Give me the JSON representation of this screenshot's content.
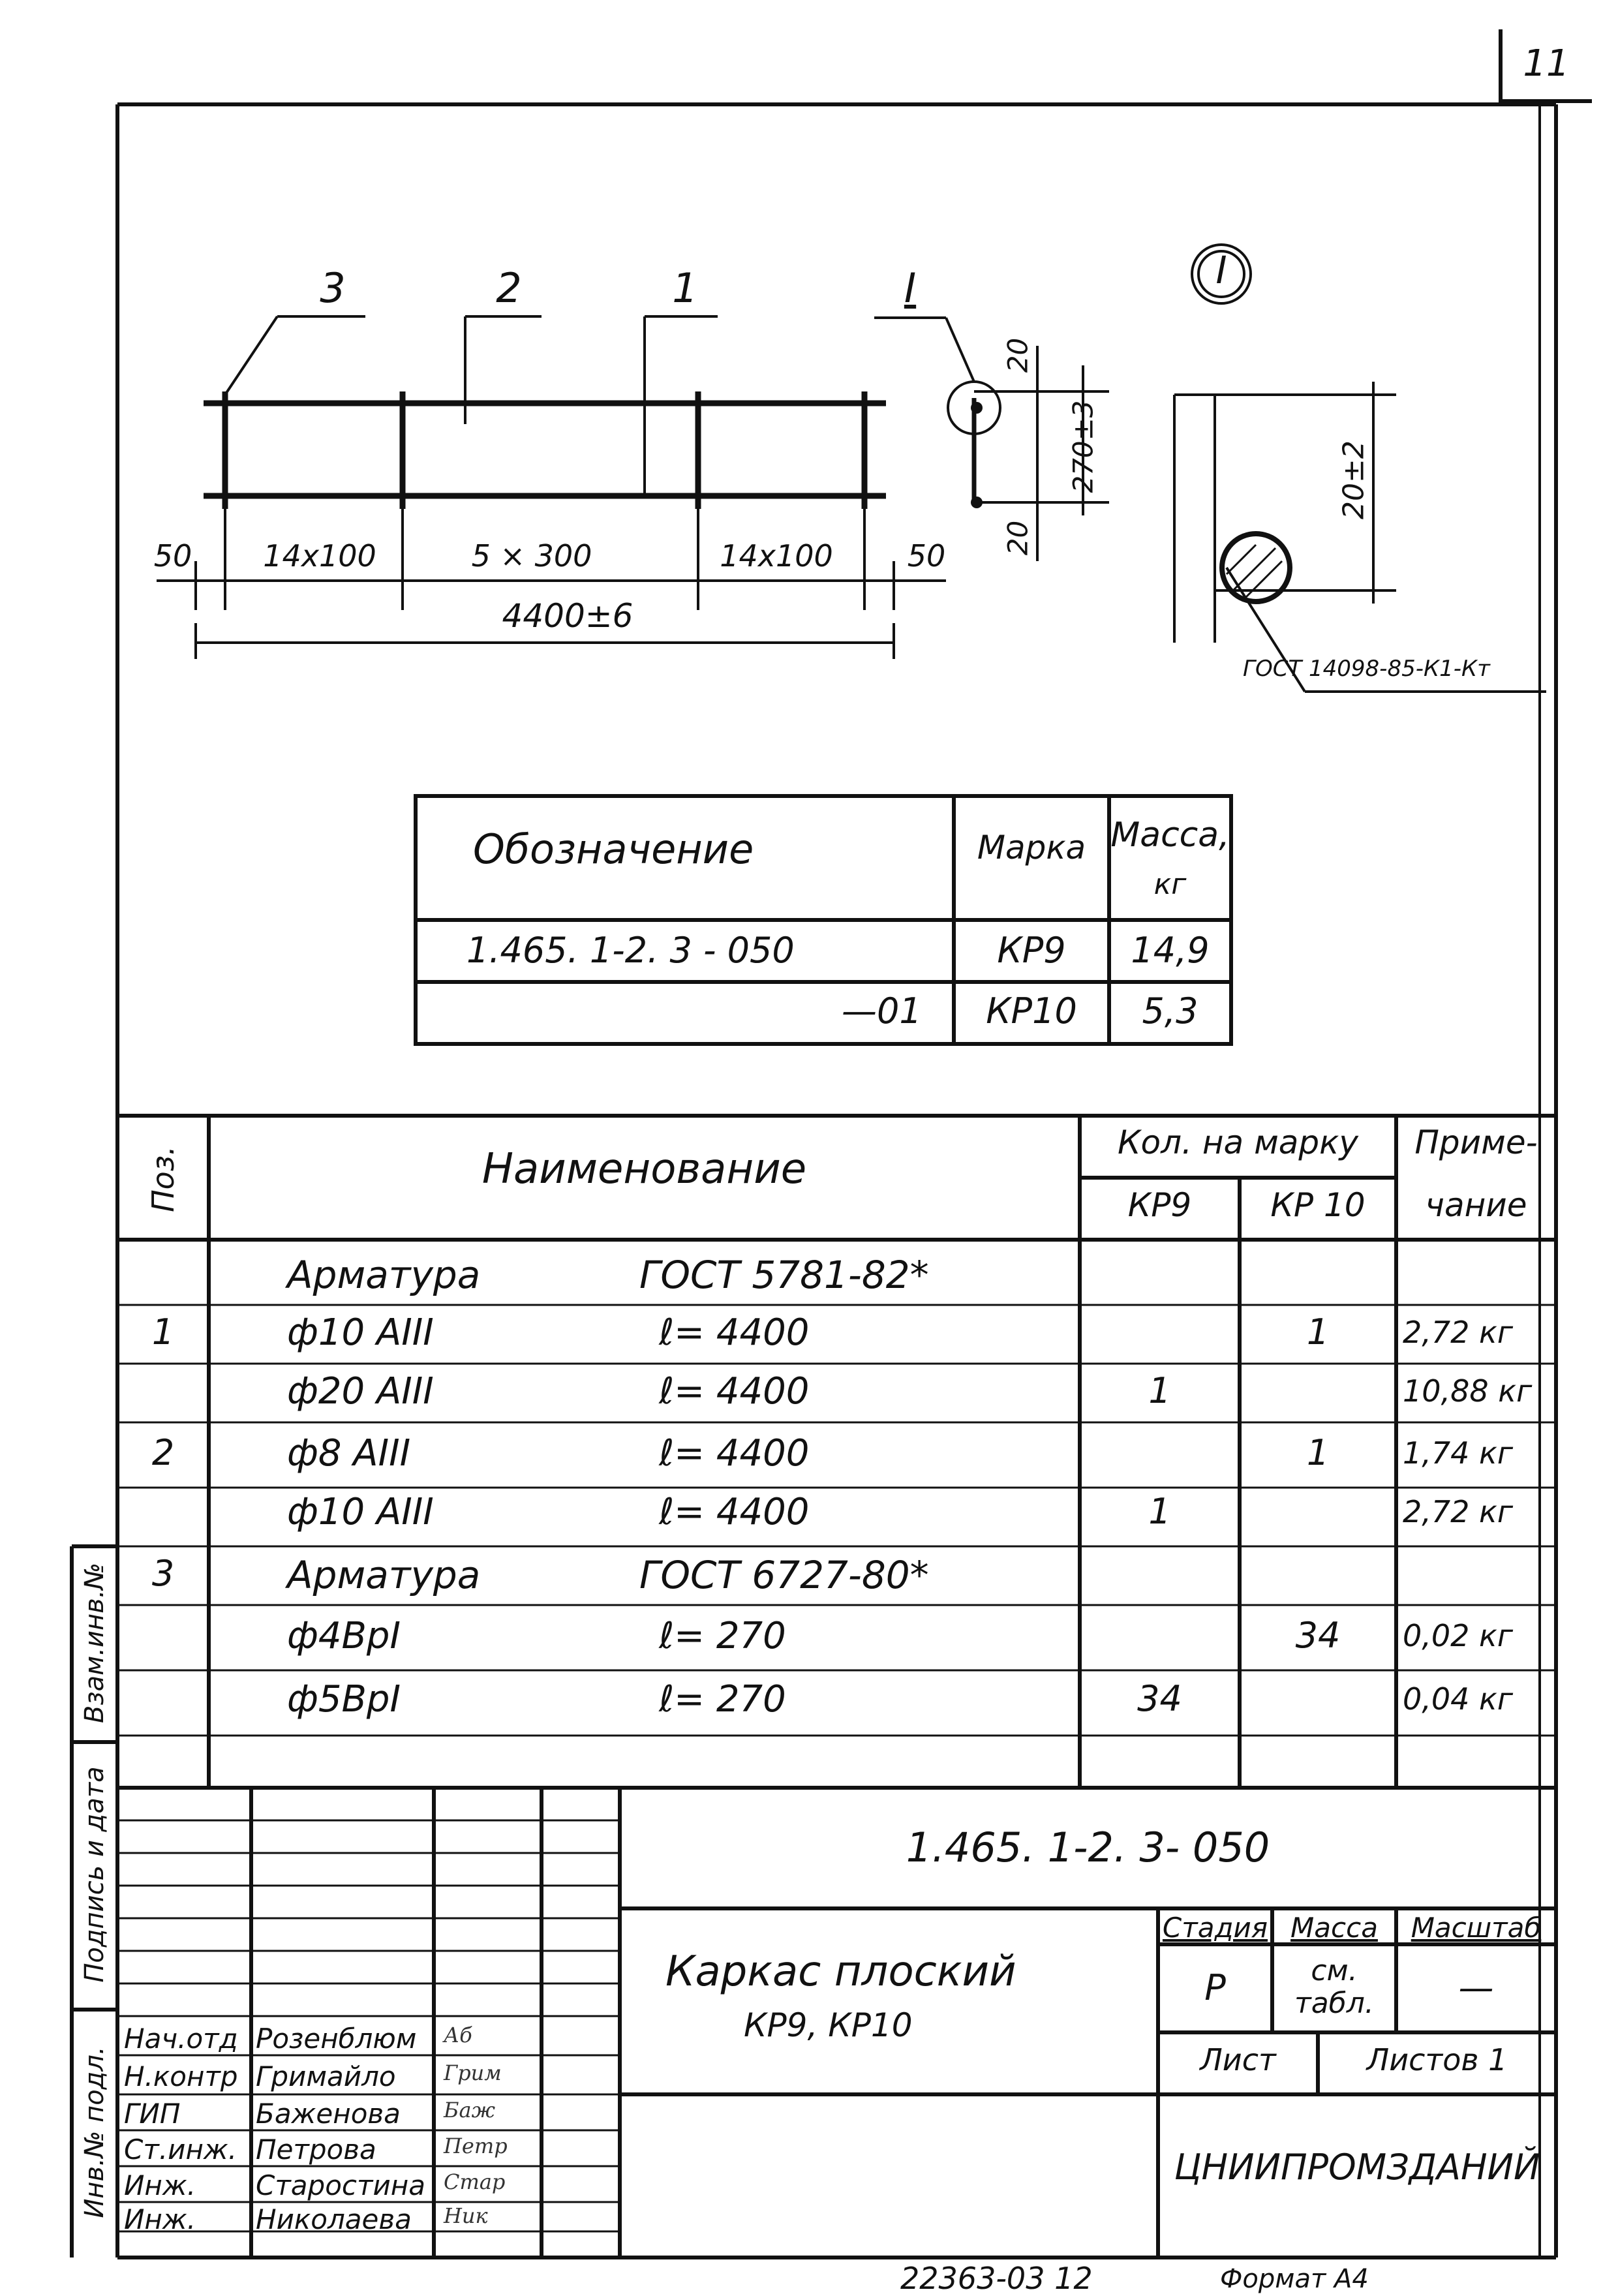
{
  "sheet_number": "11",
  "drawing": {
    "callouts": [
      "3",
      "2",
      "1"
    ],
    "node_label": "I",
    "node_circle_label": "I",
    "dims_bottom": [
      "50",
      "14x100",
      "5 × 300",
      "14x100",
      "50"
    ],
    "overall_length": "4400±6",
    "dim_20_top": "20",
    "dim_20_bottom": "20",
    "dim_width": "270±3",
    "dim_detail": "20±2",
    "weld_standard": "ГОСТ 14098-85-К1-Кт"
  },
  "marks_table": {
    "headers": [
      "Обозначение",
      "Марка",
      "Масса,",
      "кг"
    ],
    "rows": [
      [
        "1.465. 1-2. 3 - 050",
        "КР9",
        "14,9"
      ],
      [
        "—01",
        "КР10",
        "5,3"
      ]
    ]
  },
  "spec": {
    "header_pos": "Поз.",
    "header_name": "Наименование",
    "header_qty": "Кол. на марку",
    "header_kp9": "КР9",
    "header_kp10": "КР 10",
    "header_note_1": "Приме-",
    "header_note_2": "чание",
    "rows": [
      {
        "pos": "",
        "name": "Арматура",
        "len": "ГОСТ 5781-82*",
        "k9": "",
        "k10": "",
        "note": ""
      },
      {
        "pos": "1",
        "name": "ф10 АIII",
        "len": "ℓ= 4400",
        "k9": "",
        "k10": "1",
        "note": "2,72 кг"
      },
      {
        "pos": "",
        "name": "ф20 АIII",
        "len": "ℓ= 4400",
        "k9": "1",
        "k10": "",
        "note": "10,88 кг"
      },
      {
        "pos": "2",
        "name": "ф8 АIII",
        "len": "ℓ= 4400",
        "k9": "",
        "k10": "1",
        "note": "1,74 кг"
      },
      {
        "pos": "",
        "name": "ф10 АIII",
        "len": "ℓ= 4400",
        "k9": "1",
        "k10": "",
        "note": "2,72 кг"
      },
      {
        "pos": "3",
        "name": "Арматура",
        "len": "ГОСТ 6727-80*",
        "k9": "",
        "k10": "",
        "note": ""
      },
      {
        "pos": "",
        "name": "ф4ВрI",
        "len": "ℓ= 270",
        "k9": "",
        "k10": "34",
        "note": "0,02 кг"
      },
      {
        "pos": "",
        "name": "ф5ВрI",
        "len": "ℓ= 270",
        "k9": "34",
        "k10": "",
        "note": "0,04 кг"
      }
    ]
  },
  "title_block": {
    "doc_code": "1.465. 1-2. 3- 050",
    "title_1": "Каркас плоский",
    "title_2": "КР9, КР10",
    "stage_label": "Стадия",
    "mass_label": "Масса",
    "scale_label": "Масштаб",
    "stage_value": "Р",
    "mass_value_1": "см.",
    "mass_value_2": "табл.",
    "scale_value": "—",
    "sheet_label": "Лист",
    "sheets_label": "Листов 1",
    "organization": "ЦНИИПРОМЗДАНИЙ",
    "staff": [
      {
        "role": "Нач.отд",
        "name": "Розенблюм",
        "sign": "Аб"
      },
      {
        "role": "Н.контр",
        "name": "Гримайло",
        "sign": "Грим"
      },
      {
        "role": "ГИП",
        "name": "Баженова",
        "sign": "Баж"
      },
      {
        "role": "Ст.инж.",
        "name": "Петрова",
        "sign": "Петр"
      },
      {
        "role": "Инж.",
        "name": "Старостина",
        "sign": "Стар"
      },
      {
        "role": "Инж.",
        "name": "Николаева",
        "sign": "Ник"
      }
    ]
  },
  "side_stamps": [
    "Взам.инв.№",
    "Подпись и дата",
    "Инв.№ подл."
  ],
  "footer_number": "22363-03 12",
  "footer_format": "Формат А4"
}
